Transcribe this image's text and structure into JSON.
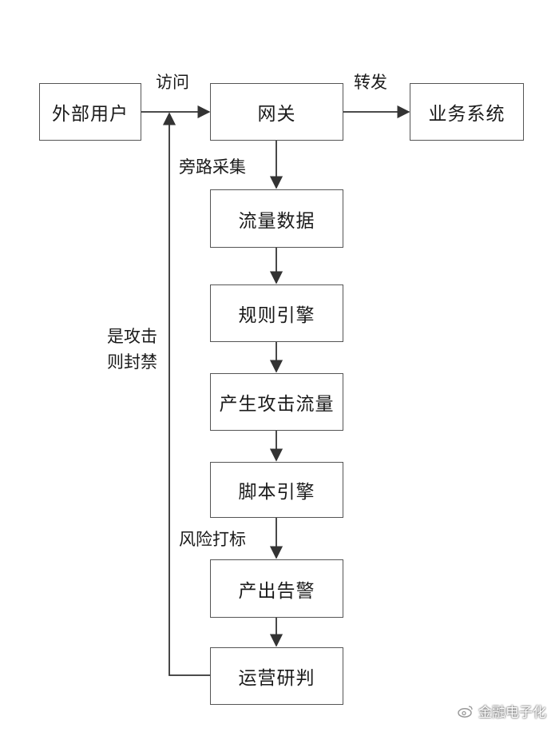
{
  "nodes": {
    "external_user": "外部用户",
    "gateway": "网关",
    "business_system": "业务系统",
    "traffic_data": "流量数据",
    "rule_engine": "规则引擎",
    "attack_traffic": "产生攻击流量",
    "script_engine": "脚本引擎",
    "alert": "产出告警",
    "ops_review": "运营研判"
  },
  "edge_labels": {
    "access": "访问",
    "forward": "转发",
    "bypass_collect": "旁路采集",
    "risk_tag": "风险打标",
    "block_line1": "是攻击",
    "block_line2": "则封禁"
  },
  "watermark": {
    "text": "金融电子化",
    "icon": "weibo-icon"
  },
  "colors": {
    "line": "#333333",
    "box_border": "#555555",
    "background": "#ffffff"
  }
}
